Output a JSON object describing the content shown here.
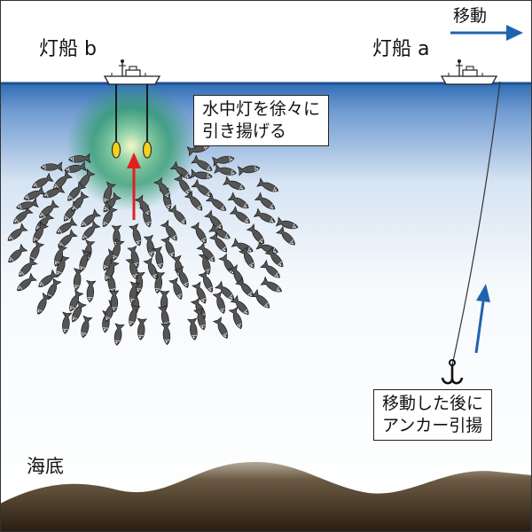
{
  "labels": {
    "boat_b": "灯船 b",
    "boat_a": "灯船 a",
    "move": "移動",
    "seabed": "海底"
  },
  "callouts": {
    "lamp_line1": "水中灯を徐々に",
    "lamp_line2": "引き揚げる",
    "anchor_line1": "移動した後に",
    "anchor_line2": "アンカー引揚"
  },
  "colors": {
    "water_top": "#2f6db5",
    "glow": "#2e9a6a",
    "lamp": "#f4d21a",
    "red_arrow": "#e02020",
    "blue_arrow": "#1f63b0",
    "fish": "#555555",
    "seabed": "#3a2a17"
  },
  "icons": [
    "boat-icon",
    "underwater-lamp-icon",
    "anchor-hook-icon",
    "fish-icon"
  ]
}
